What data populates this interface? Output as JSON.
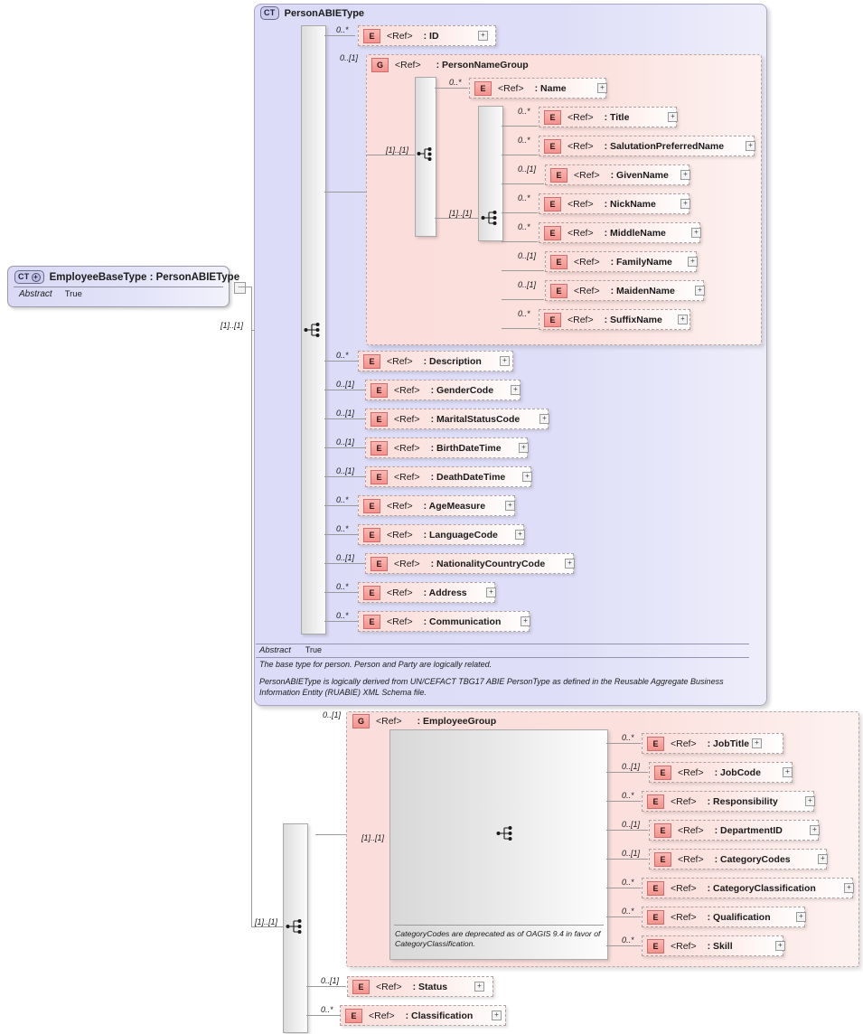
{
  "diagram": {
    "title": "EmployeeBaseType XSD structure diagram",
    "colors": {
      "complex_type_bg": "#dcdcf8",
      "group_bg": "#fbdedb",
      "element_badge": "#f2918c",
      "sequence_bar": "#e0e0e0",
      "line": "#9a9a9a"
    }
  },
  "root": {
    "badge": "CT",
    "badge_plus": "+",
    "title": "EmployeeBaseType : PersonABIEType",
    "abstract_key": "Abstract",
    "abstract_value": "True",
    "occurrence_to_base": "[1]..[1]"
  },
  "person_type": {
    "badge": "CT",
    "title": "PersonABIEType",
    "annotation": {
      "abstract_key": "Abstract",
      "abstract_value": "True",
      "doc_1": "The base type for person. Person and Party are logically related.",
      "doc_2": "PersonABIEType is logically derived from UN/CEFACT TBG17 ABIE PersonType as defined in the Reusable Aggregate Business Information Entity (RUABIE) XML Schema file."
    },
    "elements": [
      {
        "occ": "0..*",
        "badge": "E",
        "ref": "<Ref>",
        "name": ": ID"
      },
      {
        "occ": "0..*",
        "badge": "E",
        "ref": "<Ref>",
        "name": ": Description"
      },
      {
        "occ": "0..[1]",
        "badge": "E",
        "ref": "<Ref>",
        "name": ": GenderCode"
      },
      {
        "occ": "0..[1]",
        "badge": "E",
        "ref": "<Ref>",
        "name": ": MaritalStatusCode"
      },
      {
        "occ": "0..[1]",
        "badge": "E",
        "ref": "<Ref>",
        "name": ": BirthDateTime"
      },
      {
        "occ": "0..[1]",
        "badge": "E",
        "ref": "<Ref>",
        "name": ": DeathDateTime"
      },
      {
        "occ": "0..*",
        "badge": "E",
        "ref": "<Ref>",
        "name": ": AgeMeasure"
      },
      {
        "occ": "0..*",
        "badge": "E",
        "ref": "<Ref>",
        "name": ": LanguageCode"
      },
      {
        "occ": "0..[1]",
        "badge": "E",
        "ref": "<Ref>",
        "name": ": NationalityCountryCode"
      },
      {
        "occ": "0..*",
        "badge": "E",
        "ref": "<Ref>",
        "name": ": Address"
      },
      {
        "occ": "0..*",
        "badge": "E",
        "ref": "<Ref>",
        "name": ": Communication"
      }
    ],
    "sequence_occ": "[1]..[1]"
  },
  "person_name_group": {
    "occ": "0..[1]",
    "badge": "G",
    "ref": "<Ref>",
    "title": ": PersonNameGroup",
    "sequence_occ_outer": "[1]..[1]",
    "sequence_occ_inner": "[1]..[1]",
    "name_element": {
      "occ": "0..*",
      "badge": "E",
      "ref": "<Ref>",
      "name": ": Name"
    },
    "elements": [
      {
        "occ": "0..*",
        "badge": "E",
        "ref": "<Ref>",
        "name": ": Title"
      },
      {
        "occ": "0..*",
        "badge": "E",
        "ref": "<Ref>",
        "name": ": SalutationPreferredName"
      },
      {
        "occ": "0..[1]",
        "badge": "E",
        "ref": "<Ref>",
        "name": ": GivenName"
      },
      {
        "occ": "0..*",
        "badge": "E",
        "ref": "<Ref>",
        "name": ": NickName"
      },
      {
        "occ": "0..*",
        "badge": "E",
        "ref": "<Ref>",
        "name": ": MiddleName"
      },
      {
        "occ": "0..[1]",
        "badge": "E",
        "ref": "<Ref>",
        "name": ": FamilyName"
      },
      {
        "occ": "0..[1]",
        "badge": "E",
        "ref": "<Ref>",
        "name": ": MaidenName"
      },
      {
        "occ": "0..*",
        "badge": "E",
        "ref": "<Ref>",
        "name": ": SuffixName"
      }
    ]
  },
  "employee_group": {
    "occ": "0..[1]",
    "badge": "G",
    "ref": "<Ref>",
    "title": ": EmployeeGroup",
    "sequence_occ": "[1]..[1]",
    "note": "CategoryCodes are deprecated as of OAGIS 9.4 in favor of CategoryClassification.",
    "elements": [
      {
        "occ": "0..*",
        "badge": "E",
        "ref": "<Ref>",
        "name": ": JobTitle"
      },
      {
        "occ": "0..[1]",
        "badge": "E",
        "ref": "<Ref>",
        "name": ": JobCode"
      },
      {
        "occ": "0..*",
        "badge": "E",
        "ref": "<Ref>",
        "name": ": Responsibility"
      },
      {
        "occ": "0..[1]",
        "badge": "E",
        "ref": "<Ref>",
        "name": ": DepartmentID"
      },
      {
        "occ": "0..[1]",
        "badge": "E",
        "ref": "<Ref>",
        "name": ": CategoryCodes"
      },
      {
        "occ": "0..*",
        "badge": "E",
        "ref": "<Ref>",
        "name": ": CategoryClassification"
      },
      {
        "occ": "0..*",
        "badge": "E",
        "ref": "<Ref>",
        "name": ": Qualification"
      },
      {
        "occ": "0..*",
        "badge": "E",
        "ref": "<Ref>",
        "name": ": Skill"
      }
    ]
  },
  "employee_tail": {
    "sequence_occ": "[1]..[1]",
    "elements": [
      {
        "occ": "0..[1]",
        "badge": "E",
        "ref": "<Ref>",
        "name": ": Status"
      },
      {
        "occ": "0..*",
        "badge": "E",
        "ref": "<Ref>",
        "name": ": Classification"
      }
    ]
  },
  "expander_glyph": "+"
}
